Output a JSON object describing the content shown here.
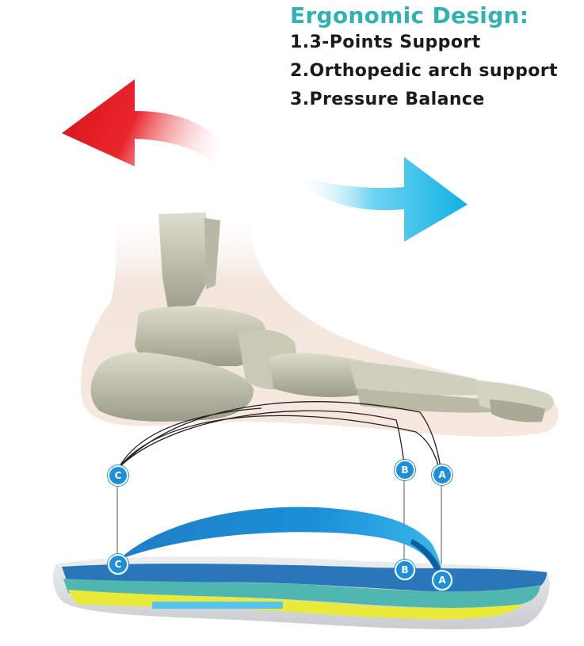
{
  "heading": "Ergonomic Design:",
  "features": [
    "1.3-Points Support",
    "2.Orthopedic arch support",
    "3.Pressure Balance"
  ],
  "support_points": {
    "foot": [
      "C",
      "B",
      "A"
    ],
    "insole": [
      "C",
      "B",
      "A"
    ]
  },
  "colors": {
    "heading": "#2fb3b2",
    "arrow_left": "#e0141c",
    "arrow_right": "#19b6e6",
    "badge": "#1f8fd8",
    "insole_blue": "#2b76b8",
    "insole_teal": "#4fb7b0",
    "insole_yellow": "#e9ea3a",
    "insole_base": "#d9dcdf"
  },
  "icons": [
    "foot-skeleton-illustration",
    "insole-illustration",
    "red-curved-arrow-icon",
    "blue-curved-arrow-icon"
  ]
}
